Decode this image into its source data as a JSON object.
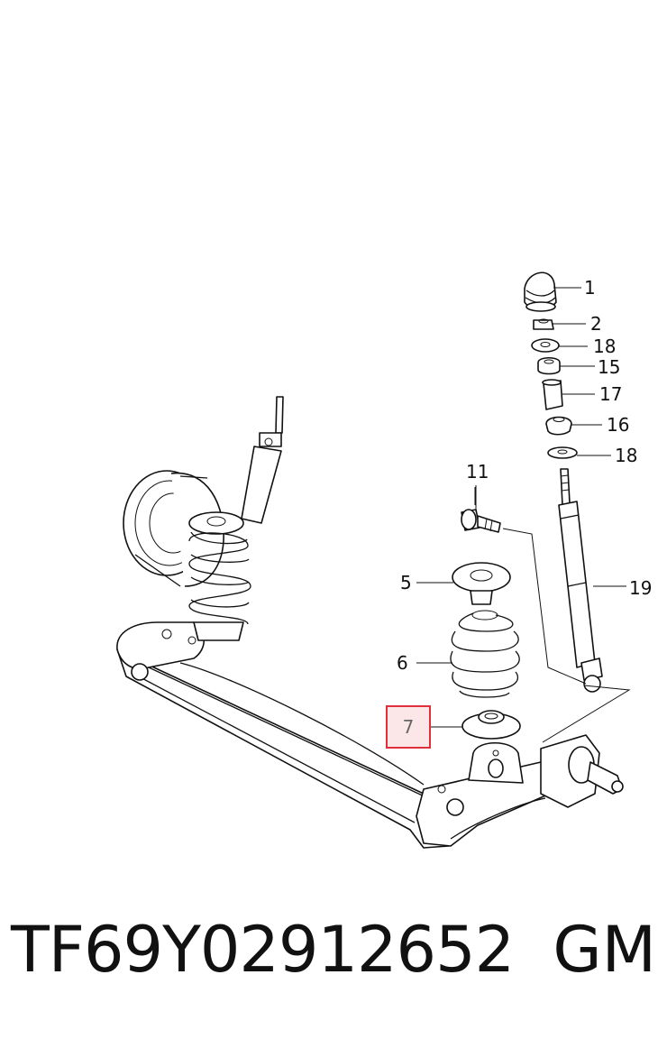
{
  "callouts": [
    {
      "id": "c1",
      "text": "1"
    },
    {
      "id": "c2",
      "text": "2"
    },
    {
      "id": "c18a",
      "text": "18"
    },
    {
      "id": "c15",
      "text": "15"
    },
    {
      "id": "c17",
      "text": "17"
    },
    {
      "id": "c16",
      "text": "16"
    },
    {
      "id": "c18b",
      "text": "18"
    },
    {
      "id": "c11",
      "text": "11"
    },
    {
      "id": "c5",
      "text": "5"
    },
    {
      "id": "c19",
      "text": "19"
    },
    {
      "id": "c6",
      "text": "6"
    }
  ],
  "highlighted_callout": "7",
  "footer": {
    "part_number": "TF69Y02912652",
    "brand": "GM"
  },
  "colors": {
    "highlight_border": "#e0303c",
    "line": "#111111"
  }
}
